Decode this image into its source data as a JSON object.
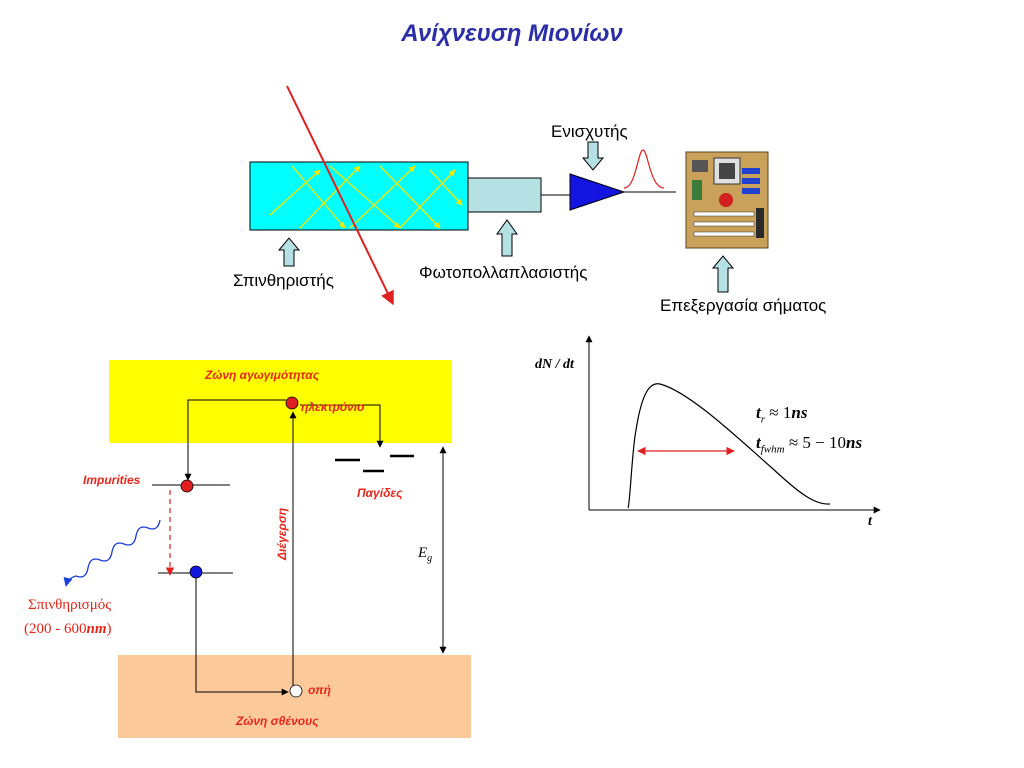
{
  "title": "Ανίχνευση Μιονίων",
  "detector": {
    "amplifier": "Ενισχυτής",
    "scintillator": "Σπινθηριστής",
    "photomultiplier": "Φωτοπολλαπλασιστής",
    "signal_processing": "Επεξεργασία σήματος"
  },
  "band_diagram": {
    "conduction_band": "Ζώνη αγωγιμότητας",
    "electron": "ηλεκτρόνιο",
    "impurities": "Impurities",
    "traps": "Παγίδες",
    "excitation": "Διέγερση",
    "gap": "E",
    "gap_sub": "g",
    "scintillation": "Σπινθηρισμός",
    "wavelength": "(200 - 600",
    "wavelength_unit": "nm",
    "wavelength_close": ")",
    "hole": "οπή",
    "valence_band": "Ζώνη σθένους"
  },
  "pulse_plot": {
    "ylabel": "dN / dt",
    "xlabel": "t",
    "rise_time": "t",
    "rise_sub": "r",
    "rise_value": "≈ 1",
    "rise_unit": "ns",
    "fwhm": "t",
    "fwhm_sub": "fwhm",
    "fwhm_value": "≈ 5 − 10",
    "fwhm_unit": "ns"
  },
  "colors": {
    "title": "#2a2fa8",
    "scintillator": "#00ffff",
    "photomultiplier": "#b5e1e4",
    "amplifier": "#1414e0",
    "muon_track": "#e02020",
    "light_rays": "#f5e800",
    "conduction_band": "#ffff00",
    "valence_band": "#fbc99a",
    "annotation": "#e8261a"
  }
}
